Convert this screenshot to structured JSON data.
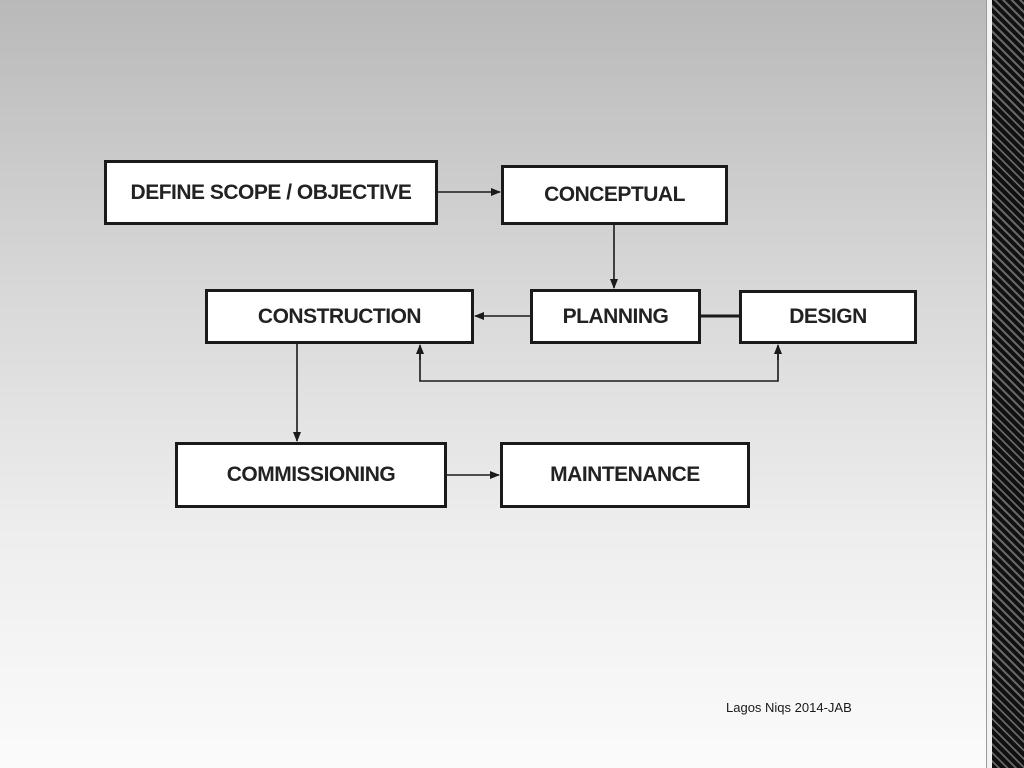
{
  "diagram": {
    "nodes": {
      "define_scope": "DEFINE SCOPE / OBJECTIVE",
      "conceptual": "CONCEPTUAL",
      "construction": "CONSTRUCTION",
      "planning": "PLANNING",
      "design": "DESIGN",
      "commissioning": "COMMISSIONING",
      "maintenance": "MAINTENANCE"
    },
    "edges": [
      {
        "from": "define_scope",
        "to": "conceptual",
        "type": "arrow"
      },
      {
        "from": "conceptual",
        "to": "planning",
        "type": "arrow"
      },
      {
        "from": "planning",
        "to": "construction",
        "type": "arrow"
      },
      {
        "from": "planning",
        "to": "design",
        "type": "line"
      },
      {
        "from": "design",
        "to": "construction",
        "type": "bidirectional-arrow"
      },
      {
        "from": "construction",
        "to": "commissioning",
        "type": "arrow"
      },
      {
        "from": "commissioning",
        "to": "maintenance",
        "type": "arrow"
      }
    ]
  },
  "footer": {
    "credit": "Lagos Niqs 2014-JAB"
  },
  "colors": {
    "box_border": "#1a1a1a",
    "box_fill": "#ffffff",
    "text": "#222222",
    "background_top": "#b9b9b9",
    "background_bottom": "#fbfbfb"
  }
}
